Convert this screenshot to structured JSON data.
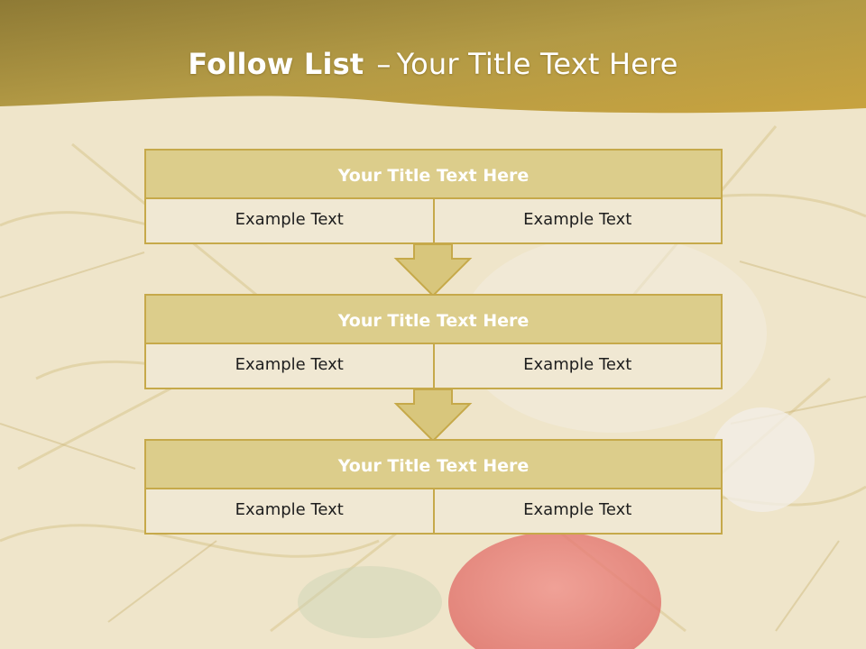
{
  "slide": {
    "title_bold": "Follow List",
    "title_dash": "–",
    "title_rest": "Your Title Text Here"
  },
  "steps": [
    {
      "title": "Your Title Text Here",
      "left": "Example Text",
      "right": "Example Text"
    },
    {
      "title": "Your Title Text Here",
      "left": "Example Text",
      "right": "Example Text"
    },
    {
      "title": "Your Title Text Here",
      "left": "Example Text",
      "right": "Example Text"
    }
  ],
  "colors": {
    "header_band": "#b9983a",
    "box_fill": "#dccd8b",
    "box_border": "#c6a94a",
    "cell_fill": "#f0e8d3",
    "arrow_fill": "#d8c67c"
  }
}
